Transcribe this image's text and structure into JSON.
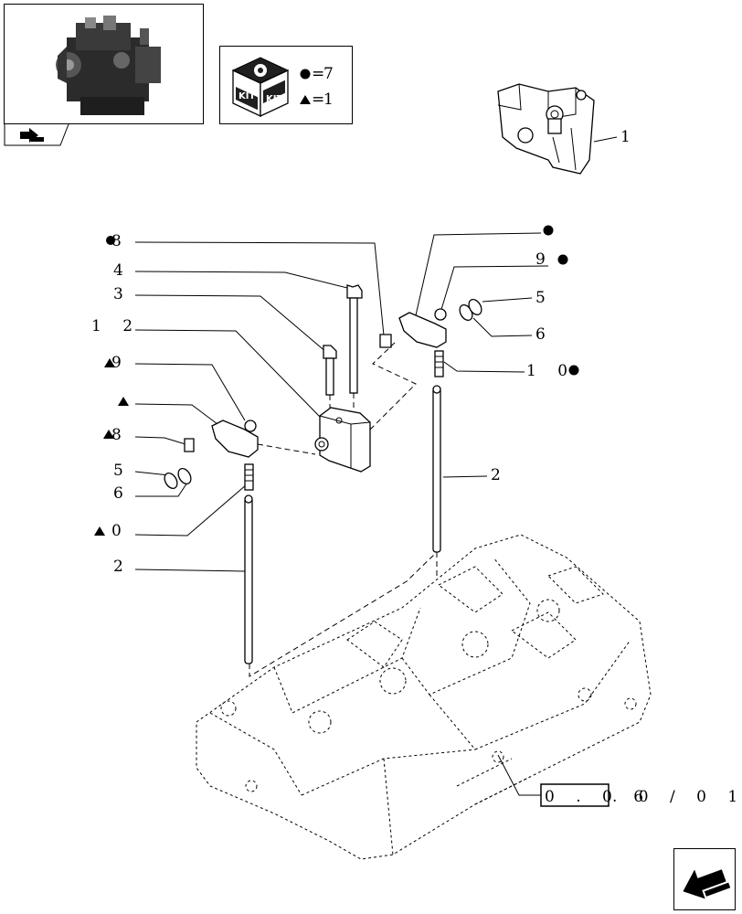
{
  "kit_legend": {
    "dot_count": "7",
    "triangle_count": "1 1",
    "kit_word": "KIT"
  },
  "callouts": {
    "c1": "1",
    "c8_top": "8",
    "c4": "4",
    "c3": "3",
    "c12": "1 2",
    "c9_left": "9",
    "c8_left": "8",
    "c5_left": "5",
    "c6_left": "6",
    "c10_left": "0",
    "c2_left": "2",
    "c9_right": "9",
    "c5_right": "5",
    "c6_right": "6",
    "c10_right": "1 0",
    "c2_right": "2"
  },
  "reference": {
    "boxed": "0 . 0 6",
    "rest": ". 0 / 0 1"
  },
  "icons": {
    "thumbnail": "engine-thumbnail",
    "nav_prev": "arrow-left-icon",
    "nav_next": "arrow-next-icon"
  }
}
